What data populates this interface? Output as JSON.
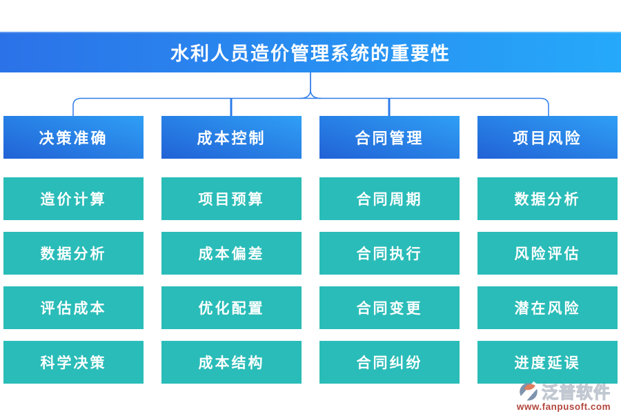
{
  "title": {
    "text": "水利人员造价管理系统的重要性"
  },
  "columns": [
    {
      "header": "决策准确",
      "items": [
        "造价计算",
        "数据分析",
        "评估成本",
        "科学决策"
      ]
    },
    {
      "header": "成本控制",
      "items": [
        "项目预算",
        "成本偏差",
        "优化配置",
        "成本结构"
      ]
    },
    {
      "header": "合同管理",
      "items": [
        "合同周期",
        "合同执行",
        "合同变更",
        "合同纠纷"
      ]
    },
    {
      "header": "项目风险",
      "items": [
        "数据分析",
        "风险评估",
        "潜在风险",
        "进度延误"
      ]
    }
  ],
  "watermark": {
    "brand": "泛普软件",
    "url": "www.fanpusoft.com"
  },
  "colors": {
    "banner_gradient_left": "#2b72e8",
    "banner_gradient_right": "#26a9fa",
    "header_gradient_dark": "#2162d6",
    "header_gradient_light": "#2f9ff5",
    "item_teal": "#2abcb8",
    "connector_blue": "#2e7ce9",
    "watermark_url_red": "#b2473d",
    "watermark_outline_gray": "#c2c8d1"
  }
}
